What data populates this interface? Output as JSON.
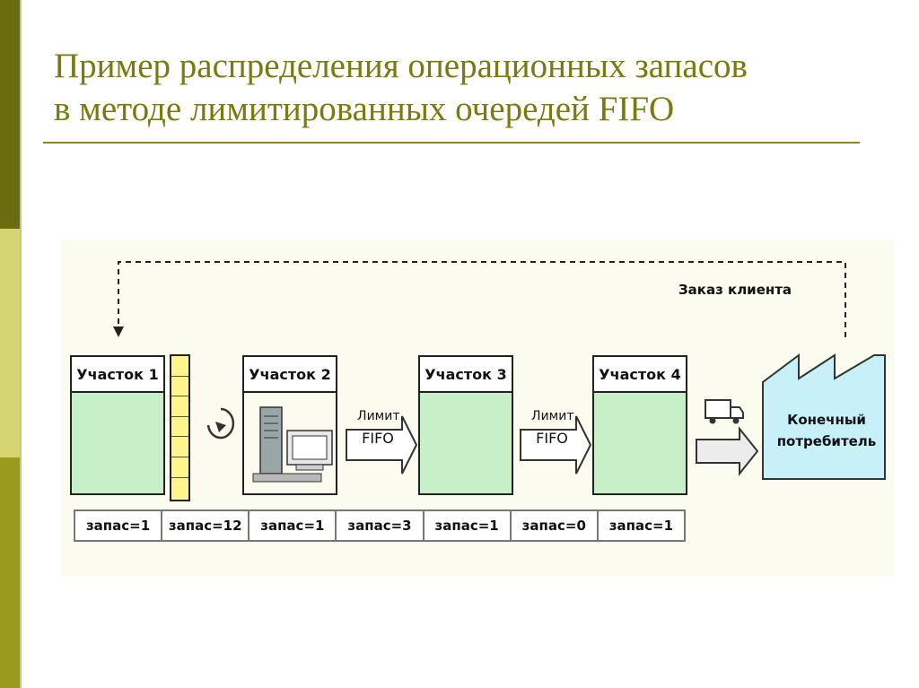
{
  "colors": {
    "sidebar_top": "#6b6b10",
    "sidebar_mid": "#d4d470",
    "sidebar_bottom": "#9a9a20",
    "title": "#7a7a10",
    "station_fill": "#c8f0c8",
    "buffer_fill": "#fff58c",
    "consumer_fill": "#c8f0f8"
  },
  "title": {
    "line1": "Пример распределения операционных запасов",
    "line2": "в методе лимитированных очередей FIFO"
  },
  "diagram": {
    "order_label": "Заказ клиента",
    "stations": [
      {
        "label": "Участок 1"
      },
      {
        "label": "Участок 2"
      },
      {
        "label": "Участок 3"
      },
      {
        "label": "Участок 4"
      }
    ],
    "fifo_links": [
      {
        "label": "Лимит.",
        "text": "FIFO"
      },
      {
        "label": "Лимит.",
        "text": "FIFO"
      }
    ],
    "consumer": {
      "line1": "Конечный",
      "line2": "потребитель"
    },
    "stocks": [
      "запас=1",
      "запас=12",
      "запас=1",
      "запас=3",
      "запас=1",
      "запас=0",
      "запас=1"
    ],
    "icons": [
      "rotate-arrow-icon",
      "computer-workstation-icon",
      "delivery-truck-icon",
      "factory-icon"
    ]
  }
}
